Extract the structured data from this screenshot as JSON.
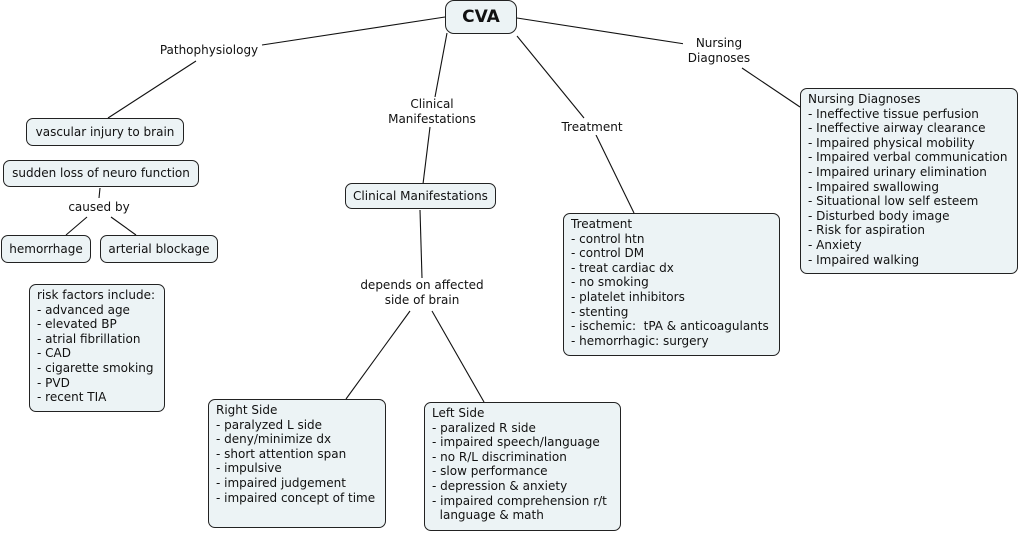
{
  "root": {
    "label": "CVA"
  },
  "link_labels": {
    "pathophysiology": "Pathophysiology",
    "clinical_manifestations": [
      "Clinical",
      "Manifestations"
    ],
    "treatment": "Treatment",
    "nursing_diagnoses": [
      "Nursing",
      "Diagnoses"
    ],
    "caused_by": "caused by",
    "depends_on": [
      "depends on affected",
      "side of brain"
    ]
  },
  "nodes": {
    "vascular_injury": "vascular injury to brain",
    "sudden_loss": "sudden loss of neuro function",
    "hemorrhage": "hemorrhage",
    "arterial_blockage": "arterial blockage",
    "clinical_manifestations": "Clinical Manifestations",
    "risk_factors": {
      "title": "risk factors include:",
      "items": [
        "- advanced age",
        "- elevated BP",
        "- atrial fibrillation",
        "- CAD",
        "- cigarette smoking",
        "- PVD",
        "- recent TIA"
      ]
    },
    "treatment": {
      "title": "Treatment",
      "items": [
        "- control htn",
        "- control DM",
        "- treat cardiac dx",
        "- no smoking",
        "- platelet inhibitors",
        "- stenting",
        "- ischemic:  tPA & anticoagulants",
        "- hemorrhagic: surgery"
      ]
    },
    "nursing_diagnoses": {
      "title": "Nursing Diagnoses",
      "items": [
        "- Ineffective tissue perfusion",
        "- Ineffective airway clearance",
        "- Impaired physical mobility",
        "- Impaired verbal communication",
        "- Impaired urinary elimination",
        "- Impaired swallowing",
        "- Situational low self esteem",
        "- Disturbed body image",
        "- Risk for aspiration",
        "- Anxiety",
        "- Impaired walking"
      ]
    },
    "right_side": {
      "title": "Right Side",
      "items": [
        "- paralyzed L side",
        "- deny/minimize dx",
        "- short attention span",
        "- impulsive",
        "- impaired judgement",
        "- impaired concept of time"
      ]
    },
    "left_side": {
      "title": "Left Side",
      "items": [
        "- paralized R side",
        "- impaired speech/language",
        "- no R/L discrimination",
        "- slow performance",
        "- depression & anxiety",
        "- impaired comprehension r/t",
        "  language & math"
      ]
    }
  }
}
